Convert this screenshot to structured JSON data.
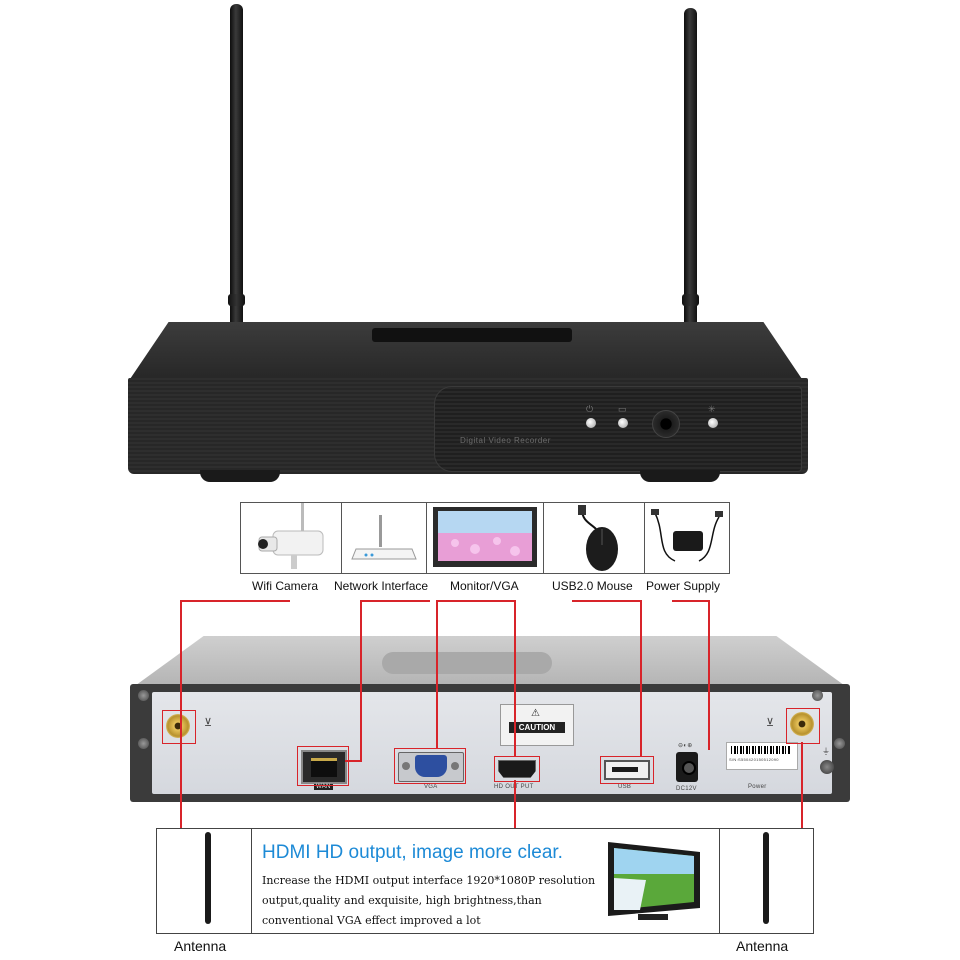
{
  "device_front": {
    "label": "Digital Video Recorder"
  },
  "peripherals": [
    {
      "label": "Wifi Camera"
    },
    {
      "label": "Network Interface"
    },
    {
      "label": "Monitor/VGA"
    },
    {
      "label": "USB2.0 Mouse"
    },
    {
      "label": "Power Supply"
    }
  ],
  "rear_panel": {
    "caution": "CAUTION",
    "ports": {
      "wan": "WAN",
      "vga": "VGA",
      "hdmi": "HD OUT PUT",
      "usb": "USB",
      "dc": "DC12V",
      "power": "Power"
    },
    "serial": "S/N:S550420150512090"
  },
  "info": {
    "headline": "HDMI HD output, image more clear.",
    "body": [
      "Increase the HDMI output interface 1920*1080P resolution",
      "output,quality and exquisite, high brightness,than",
      "conventional VGA effect improved a lot"
    ],
    "antenna_left": "Antenna",
    "antenna_right": "Antenna"
  },
  "colors": {
    "accent_red": "#d8242a",
    "headline_blue": "#1d8ad6"
  }
}
